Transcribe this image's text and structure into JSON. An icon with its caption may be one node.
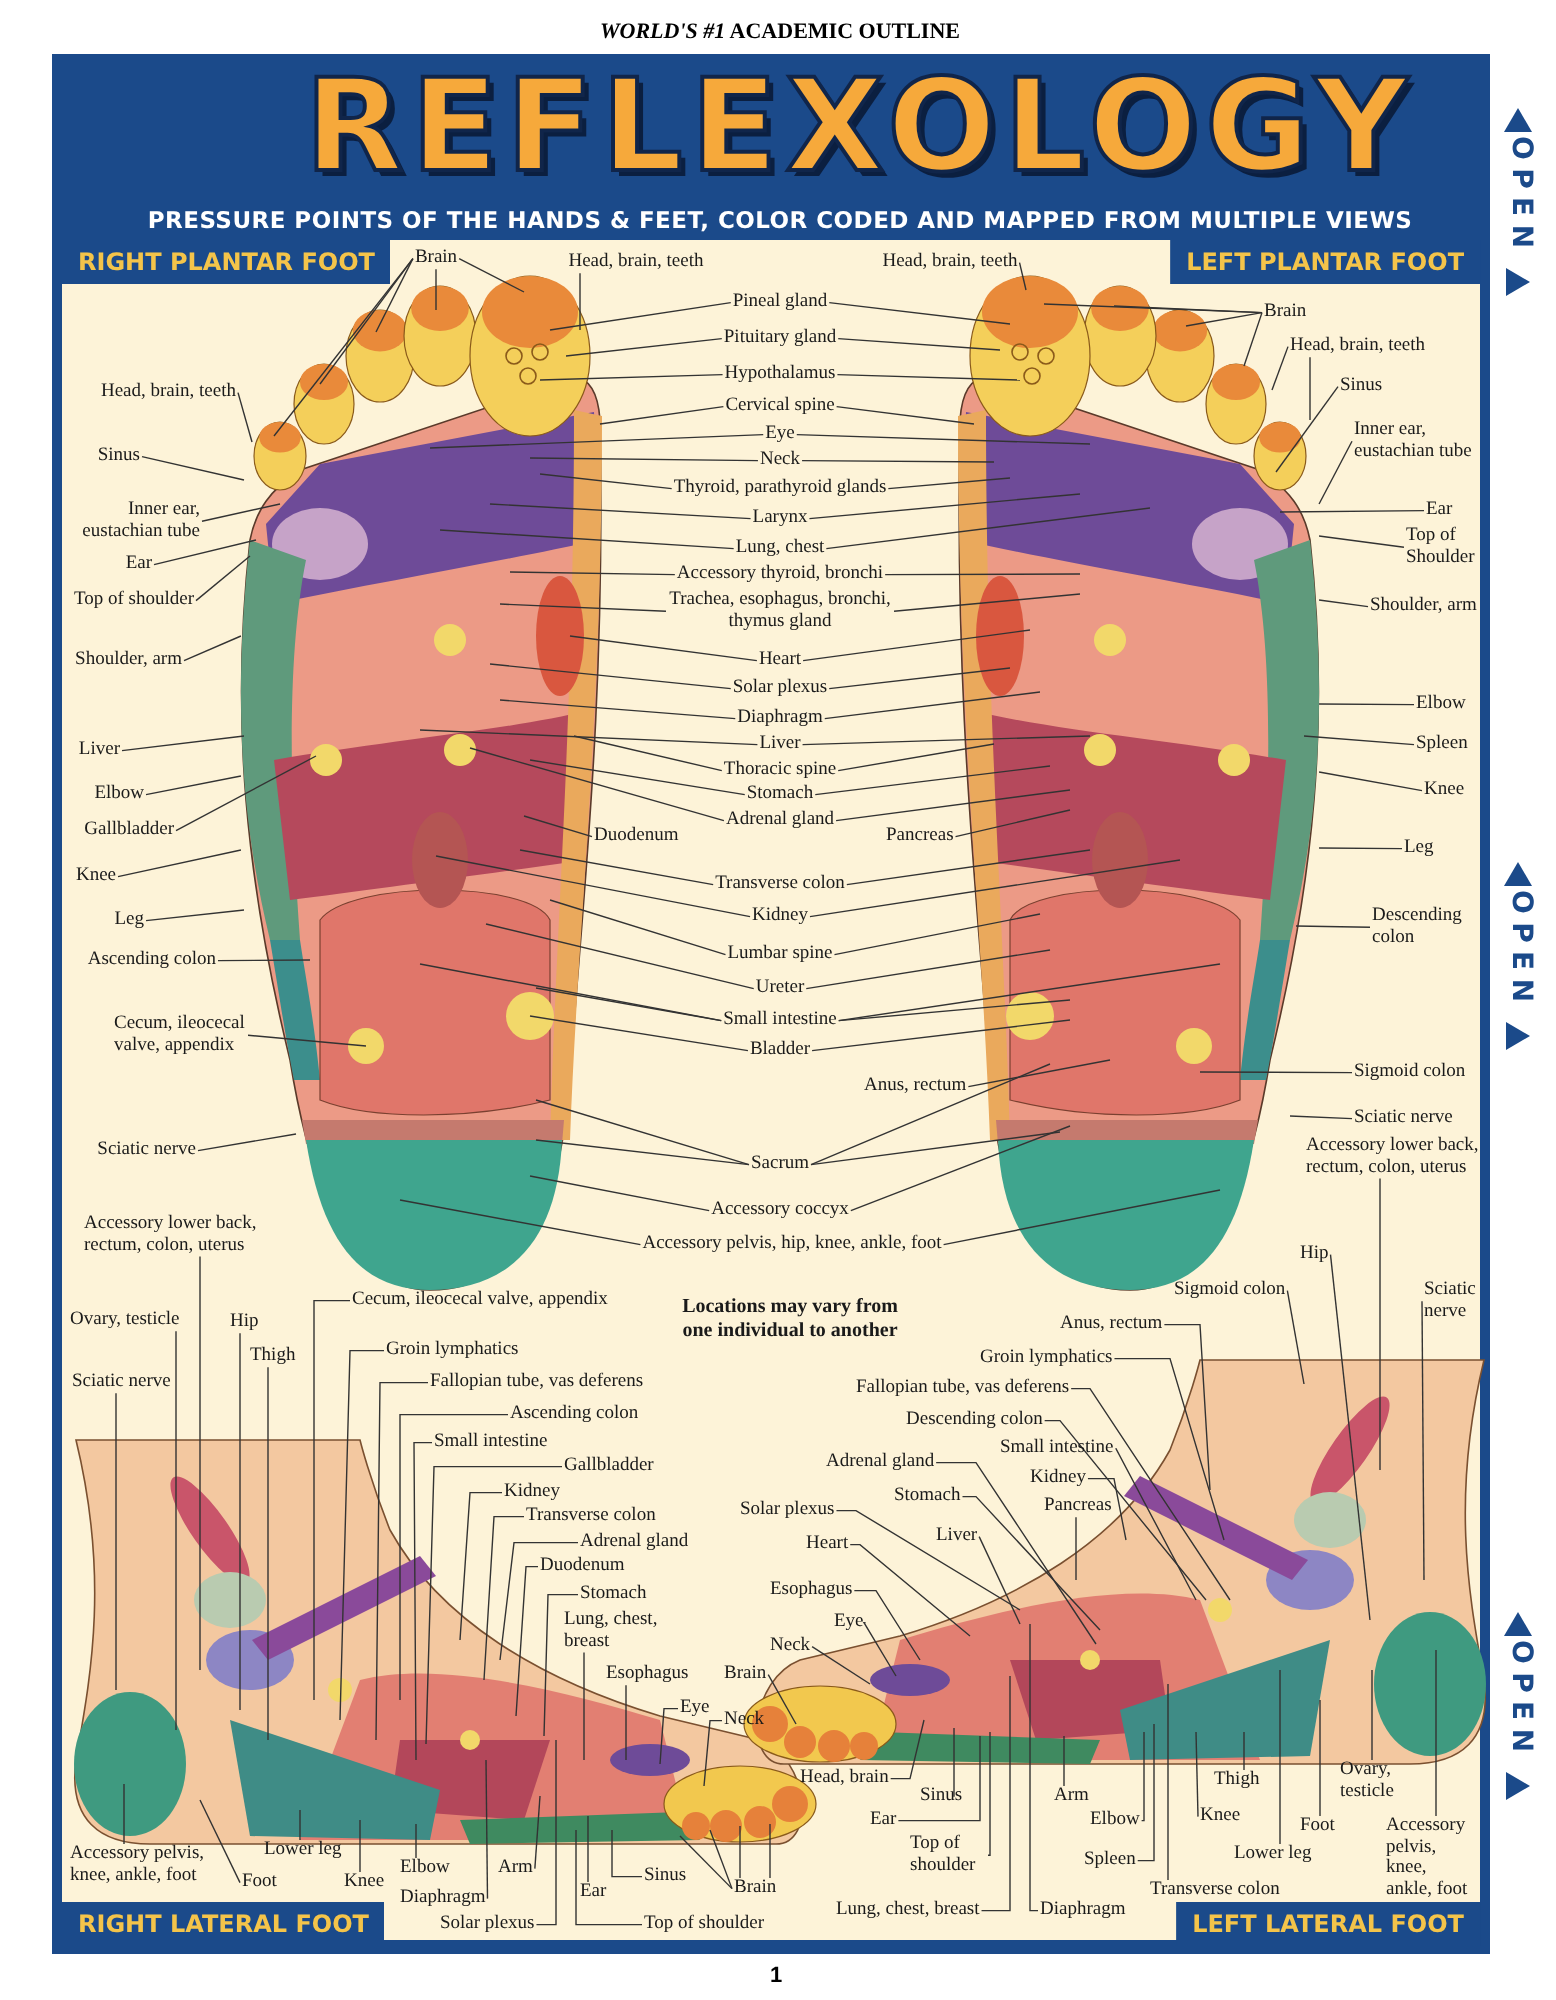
{
  "diagram": {
    "title": "REFLEXOLOGY",
    "nodes": [
      {
        "text": [
          "Brain"
        ]
      },
      {
        "text": [
          "Head, brain, teeth"
        ]
      },
      {
        "text": [
          "Head, brain, teeth"
        ]
      },
      {
        "text": [
          "Sinus"
        ]
      },
      {
        "text": [
          "Inner ear, eustachian tube"
        ]
      },
      {
        "text": [
          "Ear"
        ]
      },
      {
        "text": [
          "Top of shoulder"
        ]
      },
      {
        "text": [
          "Shoulder, arm"
        ]
      },
      {
        "text": [
          "Liver"
        ]
      },
      {
        "text": [
          "Elbow"
        ]
      },
      {
        "text": [
          "Gallbladder"
        ]
      },
      {
        "text": [
          "Knee"
        ]
      },
      {
        "text": [
          "Leg"
        ]
      },
      {
        "text": [
          "Ascending colon"
        ]
      },
      {
        "text": [
          "Cecum, ileocecal valve, appendix"
        ]
      },
      {
        "text": [
          "Sciatic nerve"
        ]
      },
      {
        "text": [
          "Pineal gland"
        ]
      },
      {
        "text": [
          "Pituitary gland"
        ]
      },
      {
        "text": [
          "Hypothalamus"
        ]
      },
      {
        "text": [
          "Cervical spine"
        ]
      },
      {
        "text": [
          "Eye"
        ]
      },
      {
        "text": [
          "Neck"
        ]
      },
      {
        "text": [
          "Thyroid, parathyroid glands"
        ]
      },
      {
        "text": [
          "Larynx"
        ]
      },
      {
        "text": [
          "Lung, chest"
        ]
      },
      {
        "text": [
          "Accessory thyroid, bronchi"
        ]
      },
      {
        "text": [
          "Trachea, esophagus, bronchi, thymus gland"
        ]
      },
      {
        "text": [
          "Heart"
        ]
      },
      {
        "text": [
          "Solar plexus"
        ]
      },
      {
        "text": [
          "Diaphragm"
        ]
      },
      {
        "text": [
          "Liver"
        ]
      },
      {
        "text": [
          "Thoracic spine"
        ]
      },
      {
        "text": [
          "Stomach"
        ]
      },
      {
        "text": [
          "Adrenal gland"
        ]
      },
      {
        "text": [
          "Duodenum"
        ]
      },
      {
        "text": [
          "Pancreas"
        ]
      },
      {
        "text": [
          "Transverse colon"
        ]
      },
      {
        "text": [
          "Kidney"
        ]
      },
      {
        "text": [
          "Lumbar spine"
        ]
      },
      {
        "text": [
          "Ureter"
        ]
      },
      {
        "text": [
          "Small intestine"
        ]
      },
      {
        "text": [
          "Bladder"
        ]
      },
      {
        "text": [
          "Anus, rectum"
        ]
      },
      {
        "text": [
          "Sacrum"
        ]
      },
      {
        "text": [
          "Accessory coccyx"
        ]
      },
      {
        "text": [
          "Accessory pelvis, hip, knee, ankle, foot"
        ]
      },
      {
        "text": [
          "Head, brain, teeth"
        ]
      },
      {
        "text": [
          "Brain"
        ]
      },
      {
        "text": [
          "Head, brain, teeth"
        ]
      },
      {
        "text": [
          "Sinus"
        ]
      },
      {
        "text": [
          "Inner ear, eustachian tube"
        ]
      },
      {
        "text": [
          "Ear"
        ]
      },
      {
        "text": [
          "Top of Shoulder"
        ]
      },
      {
        "text": [
          "Shoulder, arm"
        ]
      },
      {
        "text": [
          "Elbow"
        ]
      },
      {
        "text": [
          "Spleen"
        ]
      },
      {
        "text": [
          "Knee"
        ]
      },
      {
        "text": [
          "Leg"
        ]
      },
      {
        "text": [
          "Descending colon"
        ]
      },
      {
        "text": [
          "Sigmoid colon"
        ]
      },
      {
        "text": [
          "Sciatic nerve"
        ]
      },
      {
        "text": [
          "Accessory lower back, rectum, colon, uterus"
        ]
      },
      {
        "text": [
          "Ovary, testicle"
        ]
      },
      {
        "text": [
          "Hip"
        ]
      },
      {
        "text": [
          "Thigh"
        ]
      },
      {
        "text": [
          "Sciatic nerve"
        ]
      },
      {
        "text": [
          "Cecum, ileocecal valve, appendix"
        ]
      },
      {
        "text": [
          "Groin lymphatics"
        ]
      },
      {
        "text": [
          "Fallopian tube, vas deferens"
        ]
      },
      {
        "text": [
          "Ascending colon"
        ]
      },
      {
        "text": [
          "Small intestine"
        ]
      },
      {
        "text": [
          "Gallbladder"
        ]
      },
      {
        "text": [
          "Kidney"
        ]
      },
      {
        "text": [
          "Transverse colon"
        ]
      },
      {
        "text": [
          "Adrenal gland"
        ]
      },
      {
        "text": [
          "Duodenum"
        ]
      },
      {
        "text": [
          "Stomach"
        ]
      },
      {
        "text": [
          "Lung, chest, breast"
        ]
      },
      {
        "text": [
          "Esophagus"
        ]
      },
      {
        "text": [
          "Brain"
        ]
      },
      {
        "text": [
          "Eye"
        ]
      },
      {
        "text": [
          "Neck"
        ]
      },
      {
        "text": [
          "Accessory pelvis, knee, ankle, foot"
        ]
      },
      {
        "text": [
          "Lower leg"
        ]
      },
      {
        "text": [
          "Foot"
        ]
      },
      {
        "text": [
          "Knee"
        ]
      },
      {
        "text": [
          "Elbow"
        ]
      },
      {
        "text": [
          "Arm"
        ]
      },
      {
        "text": [
          "Diaphragm"
        ]
      },
      {
        "text": [
          "Ear"
        ]
      },
      {
        "text": [
          "Sinus"
        ]
      },
      {
        "text": [
          "Brain"
        ]
      },
      {
        "text": [
          "Solar plexus"
        ]
      },
      {
        "text": [
          "Top of shoulder"
        ]
      },
      {
        "text": [
          "Accessory lower back, rectum, colon, uterus"
        ]
      },
      {
        "text": [
          "Hip"
        ]
      },
      {
        "text": [
          "Sigmoid colon"
        ]
      },
      {
        "text": [
          "Sciatic nerve"
        ]
      },
      {
        "text": [
          "Anus, rectum"
        ]
      },
      {
        "text": [
          "Groin lymphatics"
        ]
      },
      {
        "text": [
          "Fallopian tube, vas deferens"
        ]
      },
      {
        "text": [
          "Descending colon"
        ]
      },
      {
        "text": [
          "Small intestine"
        ]
      },
      {
        "text": [
          "Kidney"
        ]
      },
      {
        "text": [
          "Adrenal gland"
        ]
      },
      {
        "text": [
          "Pancreas"
        ]
      },
      {
        "text": [
          "Stomach"
        ]
      },
      {
        "text": [
          "Solar plexus"
        ]
      },
      {
        "text": [
          "Liver"
        ]
      },
      {
        "text": [
          "Heart"
        ]
      },
      {
        "text": [
          "Esophagus"
        ]
      },
      {
        "text": [
          "Eye"
        ]
      },
      {
        "text": [
          "Neck"
        ]
      },
      {
        "text": [
          "Head, brain"
        ]
      },
      {
        "text": [
          "Sinus"
        ]
      },
      {
        "text": [
          "Ear"
        ]
      },
      {
        "text": [
          "Top of shoulder"
        ]
      },
      {
        "text": [
          "Lung, chest, breast"
        ]
      },
      {
        "text": [
          "Diaphragm"
        ]
      },
      {
        "text": [
          "Arm"
        ]
      },
      {
        "text": [
          "Elbow"
        ]
      },
      {
        "text": [
          "Spleen"
        ]
      },
      {
        "text": [
          "Transverse colon"
        ]
      },
      {
        "text": [
          "Knee"
        ]
      },
      {
        "text": [
          "Thigh"
        ]
      },
      {
        "text": [
          "Lower leg"
        ]
      },
      {
        "text": [
          "Foot"
        ]
      },
      {
        "text": [
          "Ovary, testicle"
        ]
      },
      {
        "text": [
          "Accessory pelvis, knee, ankle, foot"
        ]
      },
      {
        "text": [],
        "shape": "picture"
      },
      {
        "text": [],
        "shape": "picture"
      },
      {
        "text": [],
        "shape": "picture"
      },
      {
        "text": [],
        "shape": "picture"
      }
    ],
    "edges": [
      {
        "from": 0,
        "to": 129,
        "arrow": "none"
      },
      {
        "from": 0,
        "to": 129,
        "arrow": "none"
      },
      {
        "from": 0,
        "to": 129,
        "arrow": "none"
      },
      {
        "from": 0,
        "to": 129,
        "arrow": "none"
      },
      {
        "from": 0,
        "to": 129,
        "arrow": "none"
      },
      {
        "from": 1,
        "to": 129,
        "arrow": "none"
      },
      {
        "from": 2,
        "to": 129,
        "arrow": "none"
      },
      {
        "from": 3,
        "to": 129,
        "arrow": "none"
      },
      {
        "from": 4,
        "to": 129,
        "arrow": "none"
      },
      {
        "from": 5,
        "to": 129,
        "arrow": "none"
      },
      {
        "from": 6,
        "to": 129,
        "arrow": "none"
      },
      {
        "from": 7,
        "to": 129,
        "arrow": "none"
      },
      {
        "from": 8,
        "to": 129,
        "arrow": "none"
      },
      {
        "from": 9,
        "to": 129,
        "arrow": "none"
      },
      {
        "from": 10,
        "to": 129,
        "arrow": "none"
      },
      {
        "from": 11,
        "to": 129,
        "arrow": "none"
      },
      {
        "from": 12,
        "to": 129,
        "arrow": "none"
      },
      {
        "from": 13,
        "to": 129,
        "arrow": "none"
      },
      {
        "from": 14,
        "to": 129,
        "arrow": "none"
      },
      {
        "from": 15,
        "to": 129,
        "arrow": "none"
      },
      {
        "from": 16,
        "to": 129,
        "arrow": "none"
      },
      {
        "from": 16,
        "to": 130,
        "arrow": "none"
      },
      {
        "from": 17,
        "to": 129,
        "arrow": "none"
      },
      {
        "from": 17,
        "to": 130,
        "arrow": "none"
      },
      {
        "from": 18,
        "to": 129,
        "arrow": "none"
      },
      {
        "from": 18,
        "to": 130,
        "arrow": "none"
      },
      {
        "from": 19,
        "to": 129,
        "arrow": "none"
      },
      {
        "from": 19,
        "to": 130,
        "arrow": "none"
      },
      {
        "from": 20,
        "to": 129,
        "arrow": "none"
      },
      {
        "from": 20,
        "to": 130,
        "arrow": "none"
      },
      {
        "from": 21,
        "to": 129,
        "arrow": "none"
      },
      {
        "from": 21,
        "to": 130,
        "arrow": "none"
      },
      {
        "from": 22,
        "to": 129,
        "arrow": "none"
      },
      {
        "from": 22,
        "to": 130,
        "arrow": "none"
      },
      {
        "from": 23,
        "to": 129,
        "arrow": "none"
      },
      {
        "from": 23,
        "to": 130,
        "arrow": "none"
      },
      {
        "from": 24,
        "to": 129,
        "arrow": "none"
      },
      {
        "from": 24,
        "to": 130,
        "arrow": "none"
      },
      {
        "from": 25,
        "to": 129,
        "arrow": "none"
      },
      {
        "from": 25,
        "to": 130,
        "arrow": "none"
      },
      {
        "from": 26,
        "to": 129,
        "arrow": "none"
      },
      {
        "from": 26,
        "to": 130,
        "arrow": "none"
      },
      {
        "from": 27,
        "to": 129,
        "arrow": "none"
      },
      {
        "from": 27,
        "to": 130,
        "arrow": "none"
      },
      {
        "from": 28,
        "to": 129,
        "arrow": "none"
      },
      {
        "from": 28,
        "to": 130,
        "arrow": "none"
      },
      {
        "from": 29,
        "to": 129,
        "arrow": "none"
      },
      {
        "from": 29,
        "to": 130,
        "arrow": "none"
      },
      {
        "from": 30,
        "to": 129,
        "arrow": "none"
      },
      {
        "from": 30,
        "to": 130,
        "arrow": "none"
      },
      {
        "from": 31,
        "to": 129,
        "arrow": "none"
      },
      {
        "from": 31,
        "to": 130,
        "arrow": "none"
      },
      {
        "from": 32,
        "to": 129,
        "arrow": "none"
      },
      {
        "from": 32,
        "to": 130,
        "arrow": "none"
      },
      {
        "from": 33,
        "to": 129,
        "arrow": "none"
      },
      {
        "from": 33,
        "to": 130,
        "arrow": "none"
      },
      {
        "from": 34,
        "to": 129,
        "arrow": "none"
      },
      {
        "from": 35,
        "to": 130,
        "arrow": "none"
      },
      {
        "from": 36,
        "to": 129,
        "arrow": "none"
      },
      {
        "from": 36,
        "to": 130,
        "arrow": "none"
      },
      {
        "from": 37,
        "to": 129,
        "arrow": "none"
      },
      {
        "from": 37,
        "to": 130,
        "arrow": "none"
      },
      {
        "from": 38,
        "to": 129,
        "arrow": "none"
      },
      {
        "from": 38,
        "to": 130,
        "arrow": "none"
      },
      {
        "from": 39,
        "to": 129,
        "arrow": "none"
      },
      {
        "from": 39,
        "to": 130,
        "arrow": "none"
      },
      {
        "from": 40,
        "to": 129,
        "arrow": "none"
      },
      {
        "from": 40,
        "to": 129,
        "arrow": "none"
      },
      {
        "from": 40,
        "to": 130,
        "arrow": "none"
      },
      {
        "from": 40,
        "to": 130,
        "arrow": "none"
      },
      {
        "from": 41,
        "to": 129,
        "arrow": "none"
      },
      {
        "from": 41,
        "to": 130,
        "arrow": "none"
      },
      {
        "from": 42,
        "to": 130,
        "arrow": "none"
      },
      {
        "from": 43,
        "to": 129,
        "arrow": "none"
      },
      {
        "from": 43,
        "to": 129,
        "arrow": "none"
      },
      {
        "from": 43,
        "to": 130,
        "arrow": "none"
      },
      {
        "from": 43,
        "to": 130,
        "arrow": "none"
      },
      {
        "from": 44,
        "to": 129,
        "arrow": "none"
      },
      {
        "from": 44,
        "to": 130,
        "arrow": "none"
      },
      {
        "from": 45,
        "to": 129,
        "arrow": "none"
      },
      {
        "from": 45,
        "to": 130,
        "arrow": "none"
      },
      {
        "from": 46,
        "to": 130,
        "arrow": "none"
      },
      {
        "from": 47,
        "to": 130,
        "arrow": "none"
      },
      {
        "from": 47,
        "to": 130,
        "arrow": "none"
      },
      {
        "from": 47,
        "to": 130,
        "arrow": "none"
      },
      {
        "from": 47,
        "to": 130,
        "arrow": "none"
      },
      {
        "from": 48,
        "to": 130,
        "arrow": "none"
      },
      {
        "from": 48,
        "to": 130,
        "arrow": "none"
      },
      {
        "from": 49,
        "to": 130,
        "arrow": "none"
      },
      {
        "from": 50,
        "to": 130,
        "arrow": "none"
      },
      {
        "from": 51,
        "to": 130,
        "arrow": "none"
      },
      {
        "from": 52,
        "to": 130,
        "arrow": "none"
      },
      {
        "from": 53,
        "to": 130,
        "arrow": "none"
      },
      {
        "from": 54,
        "to": 130,
        "arrow": "none"
      },
      {
        "from": 55,
        "to": 130,
        "arrow": "none"
      },
      {
        "from": 56,
        "to": 130,
        "arrow": "none"
      },
      {
        "from": 57,
        "to": 130,
        "arrow": "none"
      },
      {
        "from": 58,
        "to": 130,
        "arrow": "none"
      },
      {
        "from": 59,
        "to": 130,
        "arrow": "none"
      },
      {
        "from": 60,
        "to": 130,
        "arrow": "none"
      },
      {
        "from": 61,
        "to": 131,
        "arrow": "none"
      },
      {
        "from": 62,
        "to": 131,
        "arrow": "none"
      },
      {
        "from": 63,
        "to": 131,
        "arrow": "none"
      },
      {
        "from": 64,
        "to": 131,
        "arrow": "none"
      },
      {
        "from": 65,
        "to": 131,
        "arrow": "none"
      },
      {
        "from": 66,
        "to": 131,
        "arrow": "none"
      },
      {
        "from": 67,
        "to": 131,
        "arrow": "none"
      },
      {
        "from": 68,
        "to": 131,
        "arrow": "none"
      },
      {
        "from": 69,
        "to": 131,
        "arrow": "none"
      },
      {
        "from": 70,
        "to": 131,
        "arrow": "none"
      },
      {
        "from": 71,
        "to": 131,
        "arrow": "none"
      },
      {
        "from": 72,
        "to": 131,
        "arrow": "none"
      },
      {
        "from": 73,
        "to": 131,
        "arrow": "none"
      },
      {
        "from": 74,
        "to": 131,
        "arrow": "none"
      },
      {
        "from": 75,
        "to": 131,
        "arrow": "none"
      },
      {
        "from": 76,
        "to": 131,
        "arrow": "none"
      },
      {
        "from": 77,
        "to": 131,
        "arrow": "none"
      },
      {
        "from": 78,
        "to": 131,
        "arrow": "none"
      },
      {
        "from": 79,
        "to": 132,
        "arrow": "none"
      },
      {
        "from": 80,
        "to": 131,
        "arrow": "none"
      },
      {
        "from": 81,
        "to": 131,
        "arrow": "none"
      },
      {
        "from": 82,
        "to": 131,
        "arrow": "none"
      },
      {
        "from": 83,
        "to": 131,
        "arrow": "none"
      },
      {
        "from": 84,
        "to": 131,
        "arrow": "none"
      },
      {
        "from": 85,
        "to": 131,
        "arrow": "none"
      },
      {
        "from": 86,
        "to": 131,
        "arrow": "none"
      },
      {
        "from": 87,
        "to": 131,
        "arrow": "none"
      },
      {
        "from": 88,
        "to": 131,
        "arrow": "none"
      },
      {
        "from": 89,
        "to": 131,
        "arrow": "none"
      },
      {
        "from": 90,
        "to": 131,
        "arrow": "none"
      },
      {
        "from": 91,
        "to": 131,
        "arrow": "none"
      },
      {
        "from": 91,
        "to": 131,
        "arrow": "none"
      },
      {
        "from": 91,
        "to": 131,
        "arrow": "none"
      },
      {
        "from": 91,
        "to": 131,
        "arrow": "none"
      },
      {
        "from": 92,
        "to": 131,
        "arrow": "none"
      },
      {
        "from": 93,
        "to": 131,
        "arrow": "none"
      },
      {
        "from": 94,
        "to": 132,
        "arrow": "none"
      },
      {
        "from": 95,
        "to": 132,
        "arrow": "none"
      },
      {
        "from": 96,
        "to": 132,
        "arrow": "none"
      },
      {
        "from": 97,
        "to": 132,
        "arrow": "none"
      },
      {
        "from": 98,
        "to": 132,
        "arrow": "none"
      },
      {
        "from": 99,
        "to": 132,
        "arrow": "none"
      },
      {
        "from": 100,
        "to": 132,
        "arrow": "none"
      },
      {
        "from": 101,
        "to": 132,
        "arrow": "none"
      },
      {
        "from": 102,
        "to": 132,
        "arrow": "none"
      },
      {
        "from": 103,
        "to": 132,
        "arrow": "none"
      },
      {
        "from": 104,
        "to": 132,
        "arrow": "none"
      },
      {
        "from": 105,
        "to": 132,
        "arrow": "none"
      },
      {
        "from": 106,
        "to": 132,
        "arrow": "none"
      },
      {
        "from": 107,
        "to": 132,
        "arrow": "none"
      },
      {
        "from": 108,
        "to": 132,
        "arrow": "none"
      },
      {
        "from": 109,
        "to": 132,
        "arrow": "none"
      },
      {
        "from": 110,
        "to": 132,
        "arrow": "none"
      },
      {
        "from": 111,
        "to": 132,
        "arrow": "none"
      },
      {
        "from": 112,
        "to": 132,
        "arrow": "none"
      },
      {
        "from": 113,
        "to": 132,
        "arrow": "none"
      },
      {
        "from": 114,
        "to": 132,
        "arrow": "none"
      },
      {
        "from": 115,
        "to": 132,
        "arrow": "none"
      },
      {
        "from": 116,
        "to": 132,
        "arrow": "none"
      },
      {
        "from": 117,
        "to": 132,
        "arrow": "none"
      },
      {
        "from": 118,
        "to": 132,
        "arrow": "none"
      },
      {
        "from": 119,
        "to": 132,
        "arrow": "none"
      },
      {
        "from": 120,
        "to": 132,
        "arrow": "none"
      },
      {
        "from": 121,
        "to": 132,
        "arrow": "none"
      },
      {
        "from": 122,
        "to": 132,
        "arrow": "none"
      },
      {
        "from": 123,
        "to": 132,
        "arrow": "none"
      },
      {
        "from": 124,
        "to": 132,
        "arrow": "none"
      },
      {
        "from": 125,
        "to": 132,
        "arrow": "none"
      },
      {
        "from": 126,
        "to": 132,
        "arrow": "none"
      },
      {
        "from": 127,
        "to": 132,
        "arrow": "none"
      },
      {
        "from": 128,
        "to": 132,
        "arrow": "none"
      }
    ],
    "labels": [
      "*WORLD'S #1* ACADEMIC OUTLINE",
      "PRESSURE POINTS OF THE HANDS & FEET, COLOR CODED AND MAPPED FROM MULTIPLE VIEWS",
      "RIGHT PLANTAR FOOT",
      "LEFT PLANTAR FOOT",
      "Locations may vary from one individual to another",
      "RIGHT LATERAL FOOT",
      "LEFT LATERAL FOOT",
      "OPEN",
      "OPEN",
      "OPEN",
      "1"
    ]
  }
}
